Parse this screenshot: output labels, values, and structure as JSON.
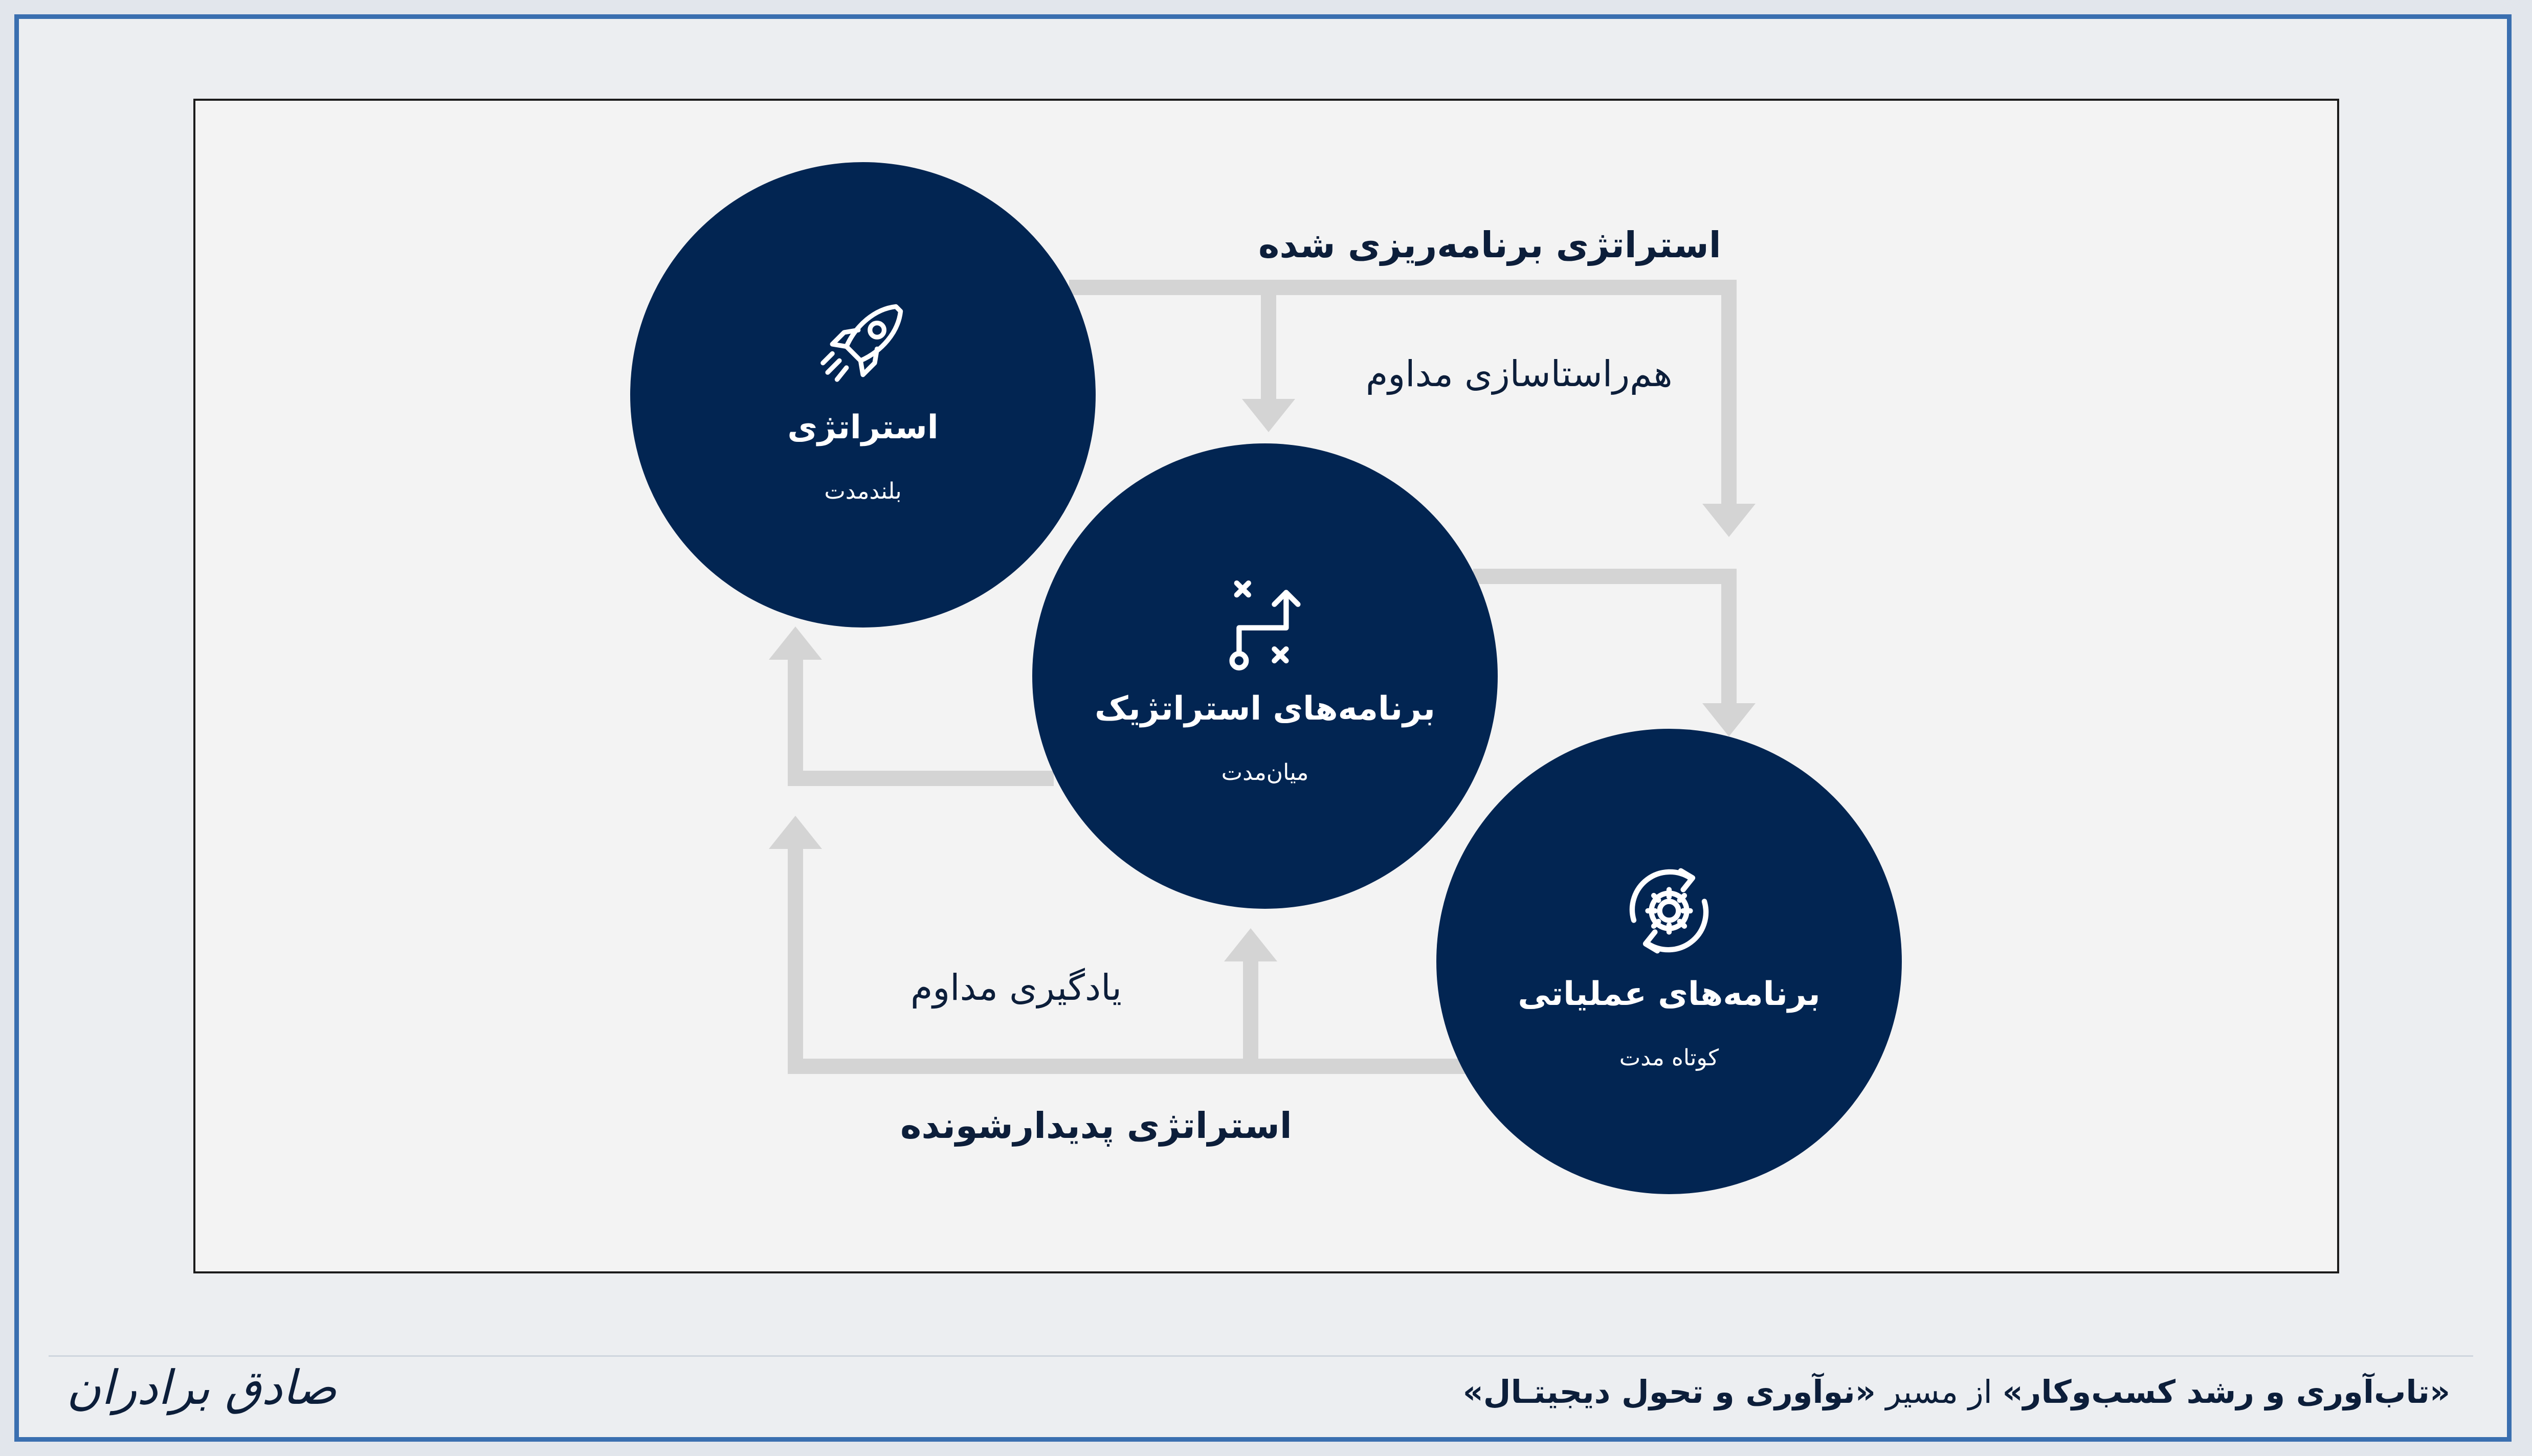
{
  "colors": {
    "border": "#3a6fb0",
    "circle_fill": "#022552",
    "arrow": "#d4d4d4",
    "text_dark": "#0c1e3a",
    "frame_bg": "#f3f3f3"
  },
  "nodes": [
    {
      "id": "strategy",
      "title": "استراتژی",
      "subtitle": "بلندمدت",
      "icon": "rocket-icon"
    },
    {
      "id": "strategic-plans",
      "title": "برنامه‌های استراتژیک",
      "subtitle": "میان‌مدت",
      "icon": "strategy-path-icon"
    },
    {
      "id": "operational-plans",
      "title": "برنامه‌های عملیاتی",
      "subtitle": "کوتاه مدت",
      "icon": "gear-refresh-icon"
    }
  ],
  "flows": {
    "planned_strategy": "استراتژی برنامه‌ریزی شده",
    "continuous_alignment": "هم‌راستاسازی مداوم",
    "continuous_learning": "یادگیری مداوم",
    "emergent_strategy": "استراتژی پدیدارشونده"
  },
  "footer": {
    "title_bold_1": "«تاب‌آوری و رشد کسب‌وکار»",
    "title_connector": " از مسیر ",
    "title_bold_2": "«نوآوری و تحول دیجیتـال»",
    "signature": "صادق برادران"
  }
}
